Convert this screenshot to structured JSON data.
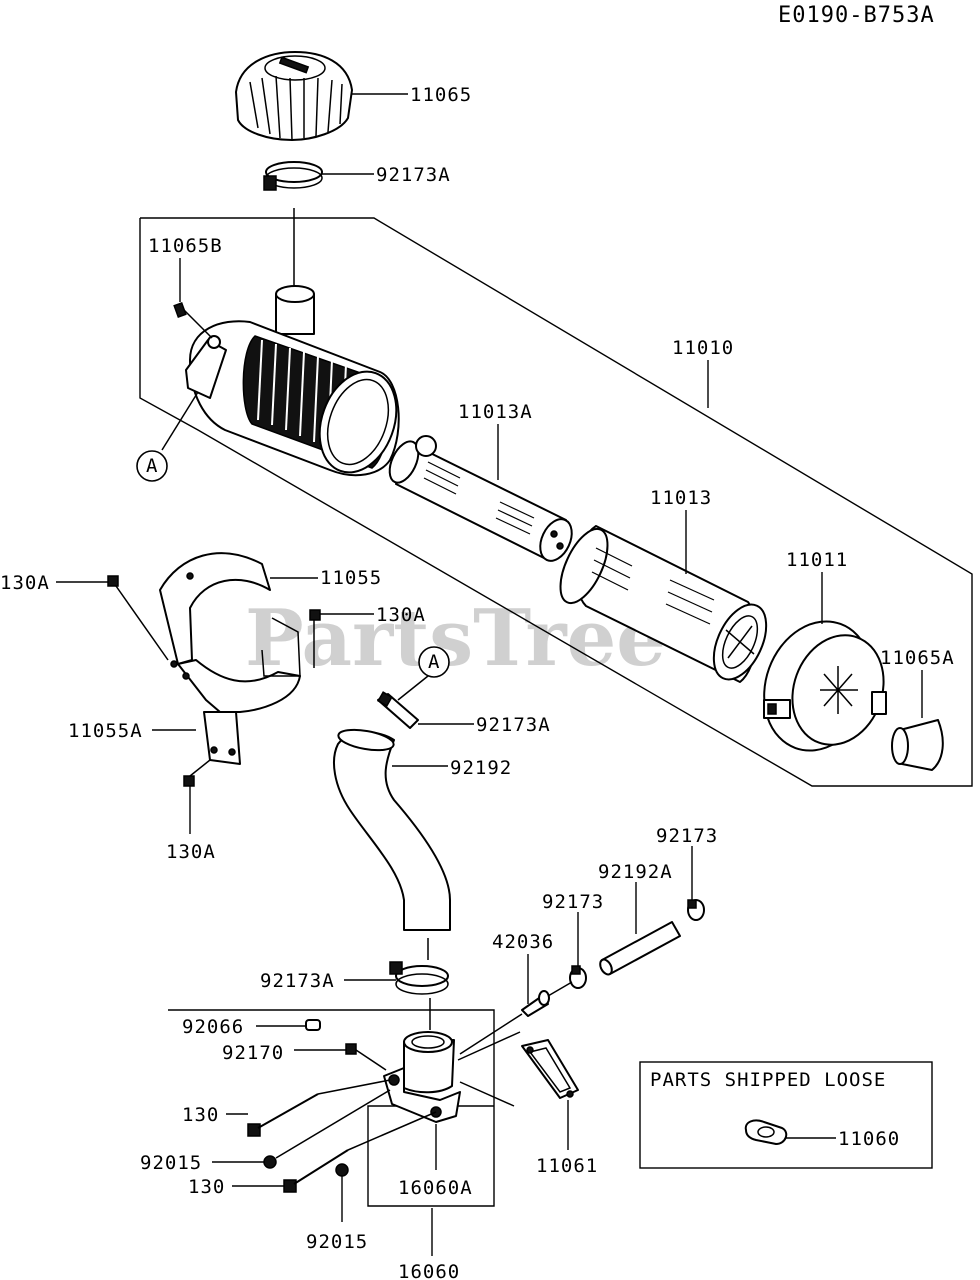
{
  "diagram_code": "E0190-B753A",
  "watermark": "PartsTree",
  "loose_box": {
    "title": "PARTS SHIPPED LOOSE",
    "part": "11060"
  },
  "reference_marker": "A",
  "labels": {
    "p11065": "11065",
    "p92173A_top": "92173A",
    "p11065B": "11065B",
    "p11010": "11010",
    "p11013A": "11013A",
    "p11013": "11013",
    "p11011": "11011",
    "p11065A": "11065A",
    "p130A_left": "130A",
    "p11055": "11055",
    "p130A_mid": "130A",
    "p11055A": "11055A",
    "p130A_bottom": "130A",
    "p92173A_mid": "92173A",
    "p92192": "92192",
    "p92173_right": "92173",
    "p92192A": "92192A",
    "p92173_mid": "92173",
    "p42036": "42036",
    "p92173A_low": "92173A",
    "p92066": "92066",
    "p92170": "92170",
    "p130_upper": "130",
    "p92015_upper": "92015",
    "p130_lower": "130",
    "p16060A": "16060A",
    "p11061": "11061",
    "p92015_lower": "92015",
    "p16060": "16060"
  }
}
